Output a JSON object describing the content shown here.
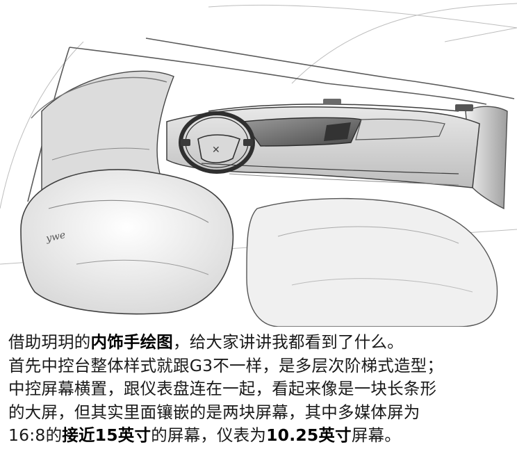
{
  "article": {
    "illustration": {
      "signature": "ywe"
    },
    "caption": {
      "line1": {
        "part1": "借助玥玥的",
        "bold1": "内饰手绘图",
        "part2": "，给大家讲讲我都看到了什么。"
      },
      "line2": "首先中控台整体样式就跟G3不一样，是多层次阶梯式造型；",
      "line3": "中控屏幕横置，跟仪表盘连在一起，看起来像是一块长条形",
      "line4": "的大屏，但其实里面镶嵌的是两块屏幕，其中多媒体屏为",
      "line5": {
        "part1": "16:8的",
        "bold1": "接近15英寸",
        "part2": "的屏幕，仪表为",
        "bold2": "10.25英寸",
        "part3": "屏幕。"
      }
    }
  }
}
